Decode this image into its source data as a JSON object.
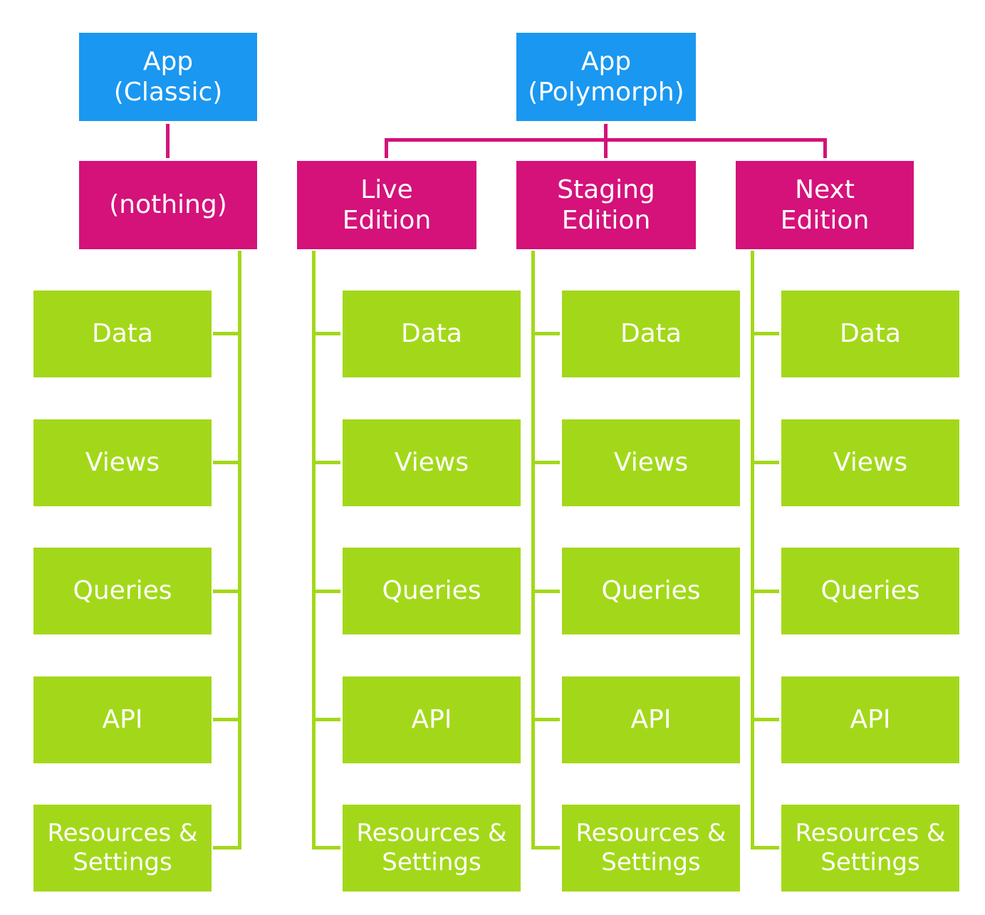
{
  "apps": [
    {
      "label": "App\n(Classic)"
    },
    {
      "label": "App\n(Polymorph)"
    }
  ],
  "editions": [
    {
      "label": "(nothing)"
    },
    {
      "label": "Live\nEdition"
    },
    {
      "label": "Staging\nEdition"
    },
    {
      "label": "Next\nEdition"
    }
  ],
  "leaves": [
    {
      "label": "Data"
    },
    {
      "label": "Views"
    },
    {
      "label": "Queries"
    },
    {
      "label": "API"
    },
    {
      "label": "Resources &\nSettings"
    }
  ],
  "colors": {
    "app": "#1a97f0",
    "edition": "#d4127a",
    "leaf": "#a3d81a"
  }
}
